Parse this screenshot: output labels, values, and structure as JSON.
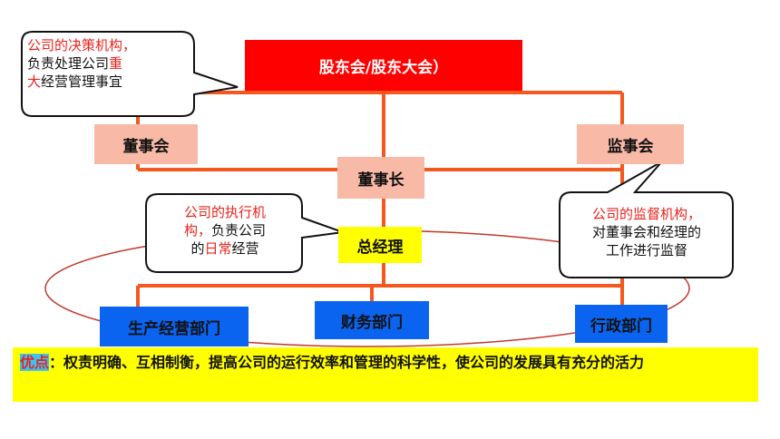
{
  "colors": {
    "connector": "#f4581f",
    "top_box": "#ff0000",
    "board_box": "#f8b9a6",
    "manager_box": "#ffff00",
    "dept_box": "#0a64f0",
    "callout_red": "#e8231c",
    "note_bg": "#ffff00",
    "highlight_bg": "#3cc3f0",
    "ellipse": "#c0392b"
  },
  "nodes": {
    "shareholders": "股东会/股东大会）",
    "board": "董事会",
    "supervisors": "监事会",
    "chairman": "董事长",
    "general_manager": "总经理",
    "dept_production": "生产经营部门",
    "dept_finance": "财务部门",
    "dept_admin": "行政部门"
  },
  "callouts": {
    "decision": {
      "line1": "公司的决策机构，",
      "line2a": "负责处理公司",
      "line2b": "重",
      "line3a": "大",
      "line3b": "经营管理事宜"
    },
    "executive": {
      "line1": "公司的执行机",
      "line2a": "构，",
      "line2b": "负责公司",
      "line3a": "的",
      "line3b": "日常",
      "line3c": "经营"
    },
    "supervision": {
      "line1": "公司的监督机构，",
      "line2": "对董事会和经理的",
      "line3": "工作进行监督"
    }
  },
  "note": {
    "label": "优点",
    "text": "：权责明确、互相制衡，提高公司的运行效率和管理的科学性，使公司的发展具有充分的活力"
  }
}
